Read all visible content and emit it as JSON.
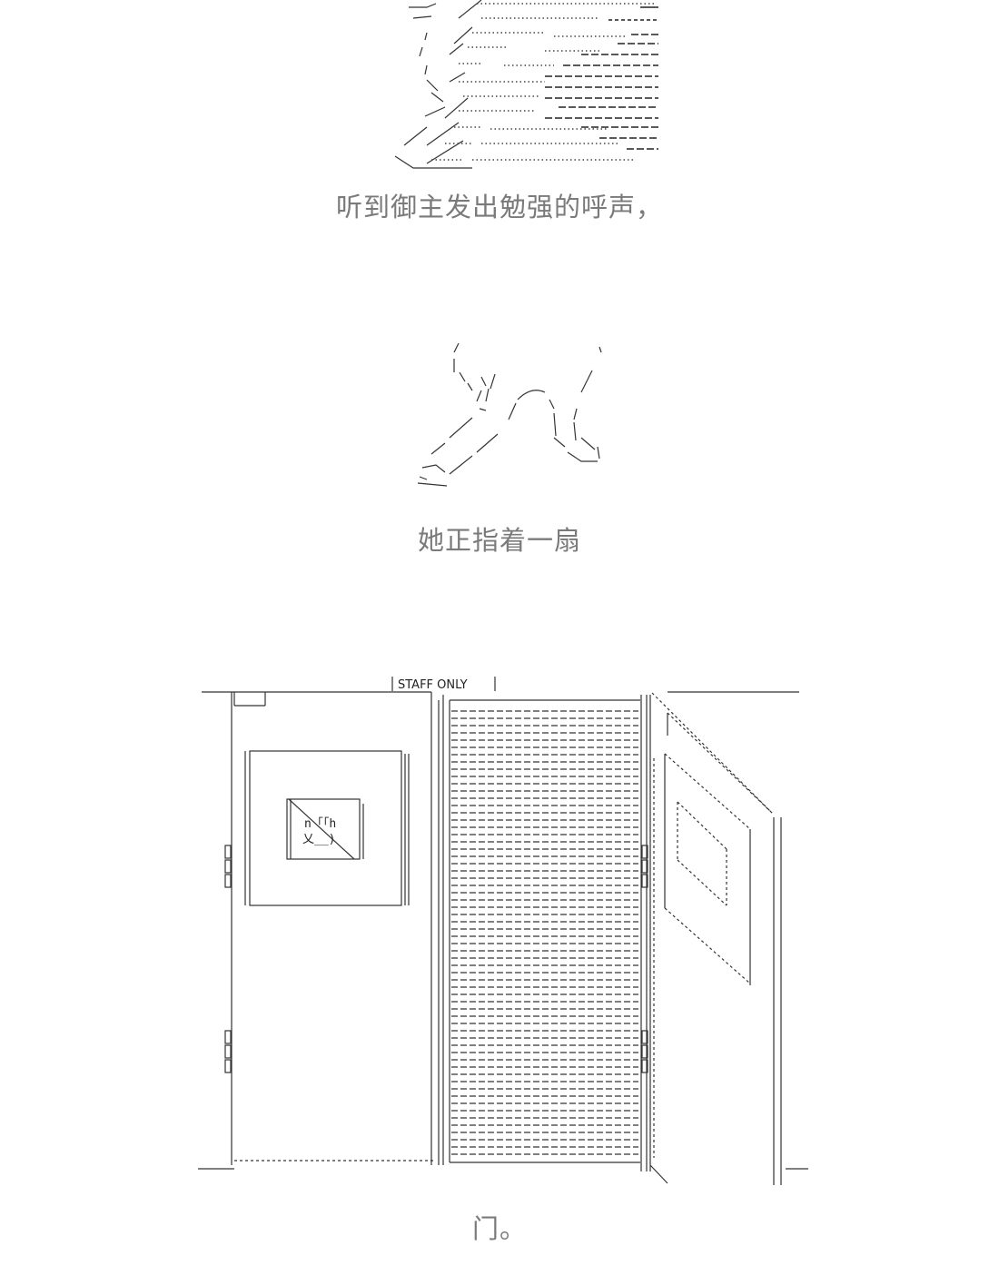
{
  "captions": [
    "听到御主发出勉强的呼声，",
    "她正指着一扇",
    "门。"
  ],
  "door_sign": "STAFF  ONLY",
  "door_window_glyph": "n「「h",
  "door_window_glyph2": "乂__)"
}
